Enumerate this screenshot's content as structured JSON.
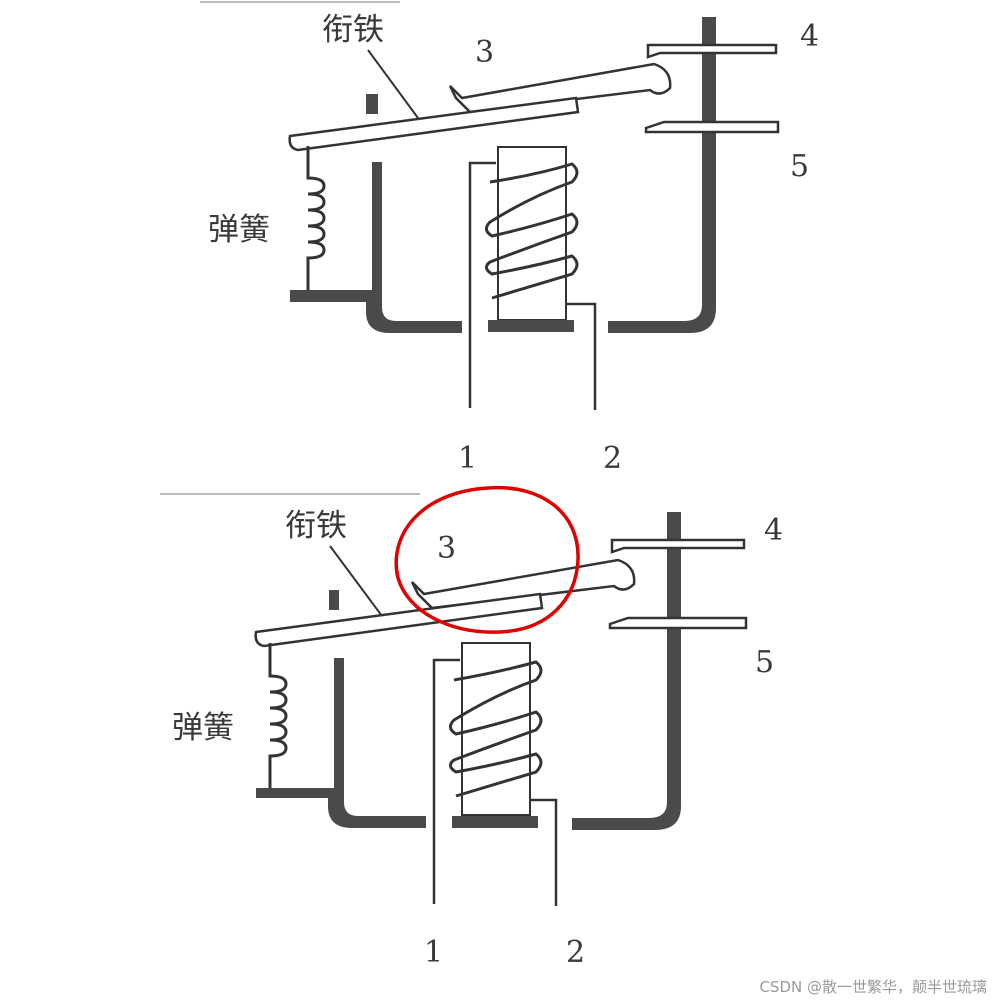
{
  "diagrams": [
    {
      "labels": {
        "armature": "衔铁",
        "spring": "弹簧",
        "n1": "1",
        "n2": "2",
        "n3": "3",
        "n4": "4",
        "n5": "5"
      }
    },
    {
      "labels": {
        "armature": "衔铁",
        "spring": "弹簧",
        "n1": "1",
        "n2": "2",
        "n3": "3",
        "n4": "4",
        "n5": "5"
      },
      "highlight": {
        "target": "3",
        "color": "#e00000"
      }
    }
  ],
  "watermark": "CSDN @散一世繁华，颠半世琉璃"
}
